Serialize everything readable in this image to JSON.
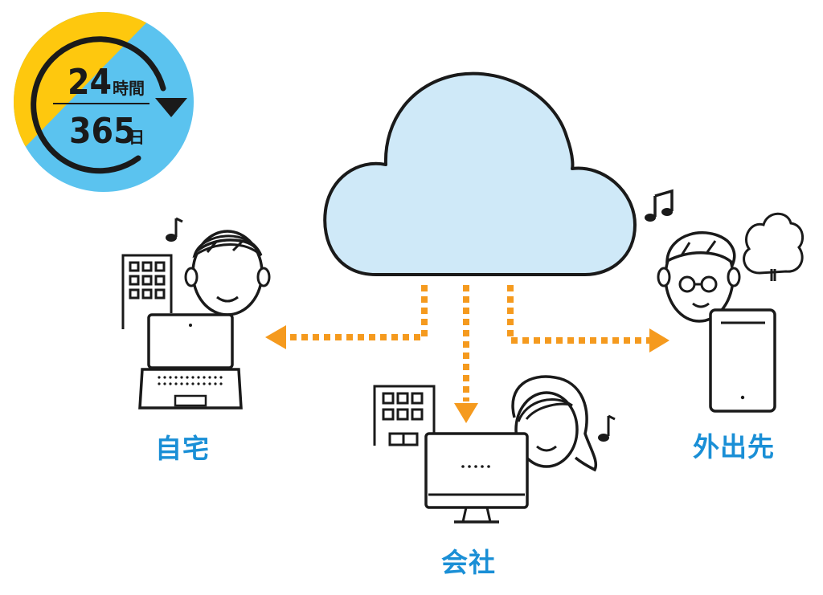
{
  "badge": {
    "hours_number": "24",
    "hours_unit": "時間",
    "days_number": "365",
    "days_unit": "日"
  },
  "locations": {
    "home": "自宅",
    "office": "会社",
    "outside": "外出先"
  },
  "colors": {
    "label_blue": "#1a8fd6",
    "arrow_orange": "#f59a1e",
    "cloud_fill": "#cfe9f8",
    "badge_yellow": "#fec80e",
    "badge_blue": "#5bc3ef",
    "line_dark": "#1a1a1a"
  },
  "icons": [
    "clock-arrow-icon",
    "cloud-icon",
    "laptop-icon",
    "desktop-monitor-icon",
    "tablet-icon",
    "building-icon",
    "music-note-icon",
    "tree-icon"
  ]
}
